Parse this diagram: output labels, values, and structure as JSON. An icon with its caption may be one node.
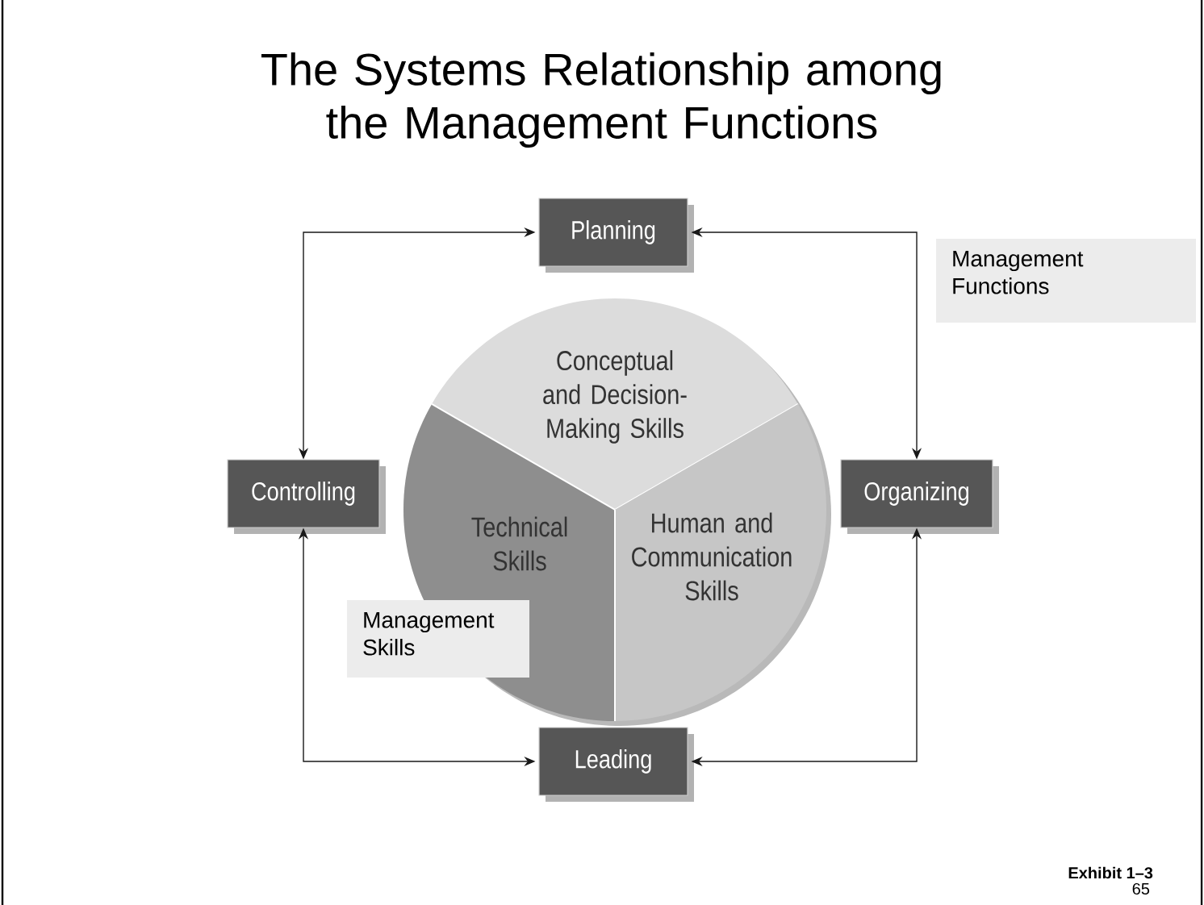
{
  "diagram": {
    "title": "The Systems Relationship among the Management Functions",
    "nodes": [
      {
        "text": [
          "Planning"
        ]
      },
      {
        "text": [
          "Controlling"
        ]
      },
      {
        "text": [
          "Organizing"
        ]
      },
      {
        "text": [
          "Leading"
        ]
      },
      {
        "text": [
          "Conceptual and Decision-Making Skills"
        ]
      },
      {
        "text": [
          "Technical Skills"
        ]
      },
      {
        "text": [
          "Human and Communication Skills"
        ]
      },
      {
        "text": [
          "Management Functions"
        ]
      },
      {
        "text": [
          "Management Skills"
        ]
      }
    ],
    "edges": [
      {
        "from": 1,
        "to": 0,
        "arrow": "both"
      },
      {
        "from": 2,
        "to": 0,
        "arrow": "both"
      },
      {
        "from": 1,
        "to": 3,
        "arrow": "both"
      },
      {
        "from": 2,
        "to": 3,
        "arrow": "both"
      }
    ],
    "labels": [
      "Exhibit 1–3",
      "65"
    ]
  }
}
